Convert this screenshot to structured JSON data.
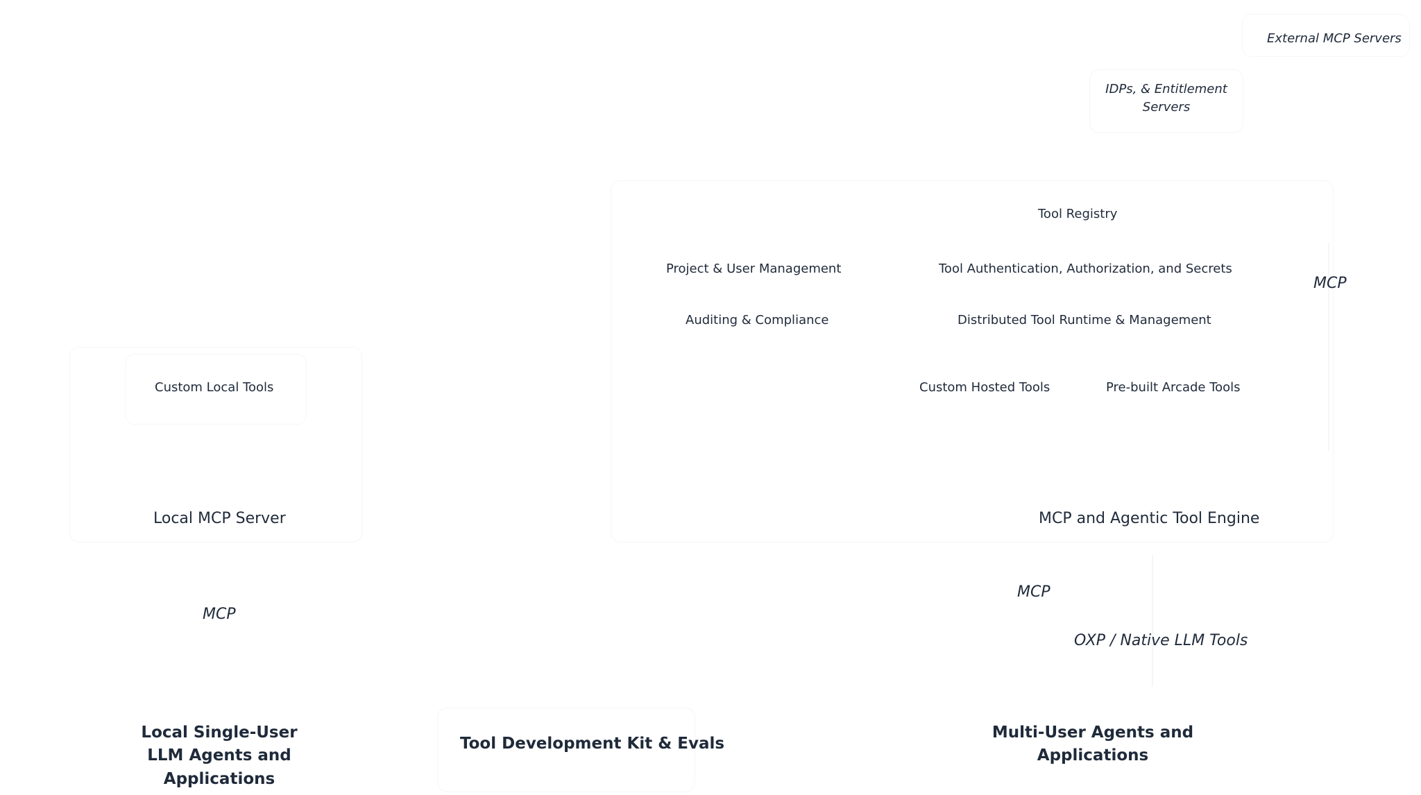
{
  "labels": {
    "external_mcp_servers": "External MCP Servers",
    "idps_entitlement": "IDPs, & Entitlement\nServers",
    "tool_registry": "Tool Registry",
    "project_user_management": "Project & User Management",
    "tool_auth_secrets": "Tool Authentication, Authorization, and Secrets",
    "mcp_right": "MCP",
    "auditing_compliance": "Auditing & Compliance",
    "distributed_runtime": "Distributed Tool Runtime & Management",
    "custom_local_tools": "Custom Local Tools",
    "custom_hosted_tools": "Custom Hosted Tools",
    "prebuilt_arcade_tools": "Pre-built Arcade Tools",
    "local_mcp_server": "Local MCP Server",
    "mcp_agentic_engine": "MCP and Agentic Tool Engine",
    "mcp_middle": "MCP",
    "mcp_left": "MCP",
    "oxp_native": "OXP / Native LLM Tools",
    "local_single_user": "Local Single-User\nLLM Agents and Applications",
    "tool_dev_kit": "Tool Development Kit & Evals",
    "multi_user_agents": "Multi-User Agents and\nApplications"
  }
}
